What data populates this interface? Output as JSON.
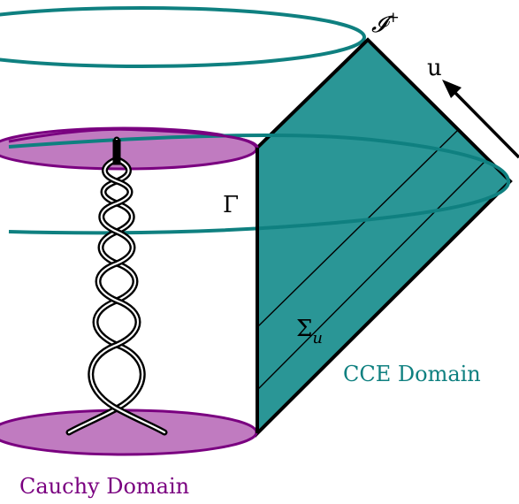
{
  "labels": {
    "scri": "𝓘",
    "scri_sup": "+",
    "u": "u",
    "gamma": "Γ",
    "sigma": "Σ",
    "sigma_sub": "u",
    "cce_domain": "CCE Domain",
    "cauchy_domain": "Cauchy Domain"
  },
  "colors": {
    "teal": "#0f8080",
    "teal_fill": "#2a9696",
    "purple": "#7a0080",
    "purple_fill": "#c07bc0",
    "black": "#000000"
  }
}
